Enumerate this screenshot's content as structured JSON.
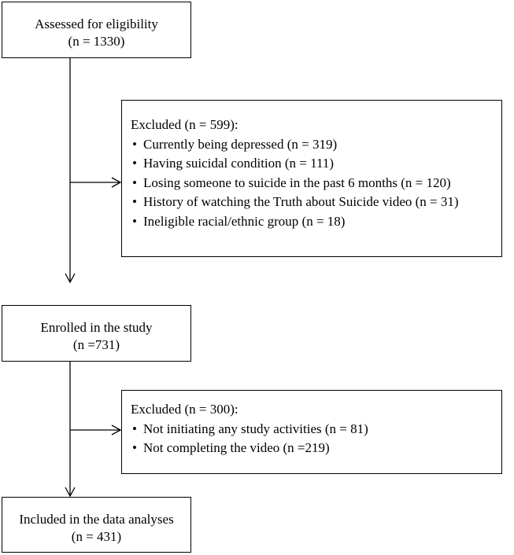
{
  "boxes": {
    "assessed": {
      "line1": "Assessed for eligibility",
      "line2": "(n = 1330)"
    },
    "excluded1": {
      "heading": "Excluded (n = 599):",
      "items": [
        "Currently being depressed (n = 319)",
        "Having suicidal condition (n = 111)",
        "Losing someone to suicide in the past 6 months (n = 120)",
        "History of watching the Truth about Suicide video (n = 31)",
        "Ineligible racial/ethnic group (n = 18)"
      ]
    },
    "enrolled": {
      "line1": "Enrolled in the study",
      "line2": "(n =731)"
    },
    "excluded2": {
      "heading": "Excluded (n = 300):",
      "items": [
        "Not initiating any study activities (n = 81)",
        "Not completing the video (n =219)"
      ]
    },
    "included": {
      "line1": "Included in the data analyses",
      "line2": "(n = 431)"
    }
  },
  "colors": {
    "stroke": "#000000",
    "background": "#ffffff"
  }
}
